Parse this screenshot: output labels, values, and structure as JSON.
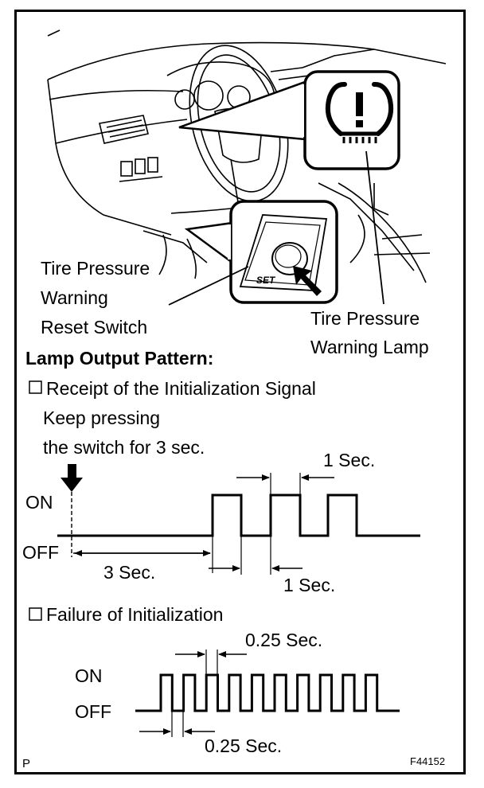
{
  "labels": {
    "reset_switch": [
      "Tire Pressure",
      "Warning",
      "Reset Switch"
    ],
    "warning_lamp": [
      "Tire Pressure",
      "Warning Lamp"
    ],
    "switch_badge": "SET"
  },
  "section_title": "Lamp Output Pattern:",
  "pattern1": {
    "heading": "Receipt of the Initialization Signal",
    "instruction": [
      "Keep pressing",
      "the switch for 3 sec."
    ],
    "on": "ON",
    "off": "OFF",
    "dim_start": "3 Sec.",
    "dim_on": "1 Sec.",
    "dim_off": "1 Sec."
  },
  "pattern2": {
    "heading": "Failure of Initialization",
    "on": "ON",
    "off": "OFF",
    "dim_on": "0.25 Sec.",
    "dim_off": "0.25 Sec."
  },
  "footer": {
    "left_code": "P",
    "figure_code": "F44152"
  }
}
